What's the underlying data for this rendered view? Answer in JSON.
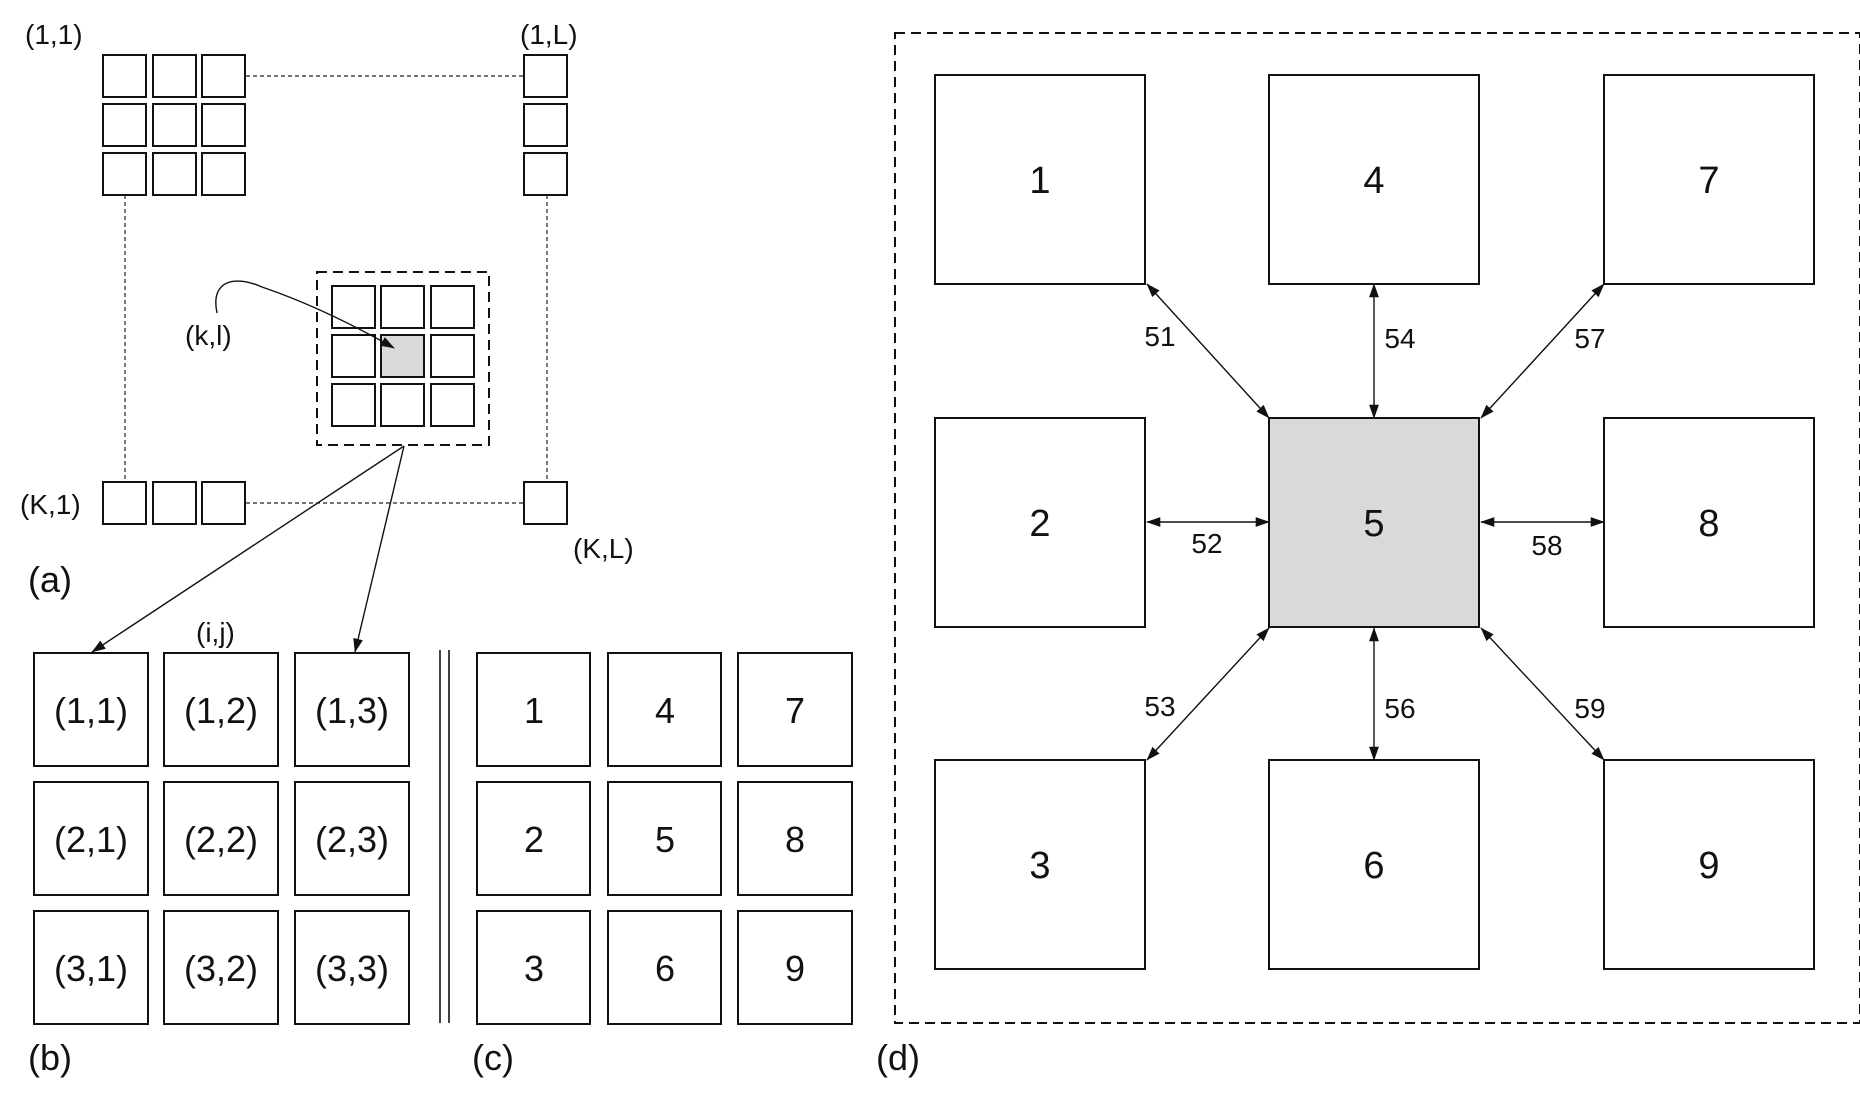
{
  "panel_a": {
    "corner_tl": "(1,1)",
    "corner_tr": "(1,L)",
    "corner_bl": "(K,1)",
    "corner_br": "(K,L)",
    "pointer_label": "(k,l)",
    "caption": "(a)"
  },
  "panel_b": {
    "pointer_label": "(i,j)",
    "caption": "(b)",
    "cells": [
      "(1,1)",
      "(1,2)",
      "(1,3)",
      "(2,1)",
      "(2,2)",
      "(2,3)",
      "(3,1)",
      "(3,2)",
      "(3,3)"
    ]
  },
  "panel_c": {
    "caption": "(c)",
    "cells": [
      "1",
      "4",
      "7",
      "2",
      "5",
      "8",
      "3",
      "6",
      "9"
    ]
  },
  "panel_d": {
    "caption": "(d)",
    "blocks": [
      "1",
      "4",
      "7",
      "2",
      "5",
      "8",
      "3",
      "6",
      "9"
    ],
    "links": [
      "51",
      "54",
      "57",
      "52",
      "58",
      "53",
      "56",
      "59"
    ]
  }
}
